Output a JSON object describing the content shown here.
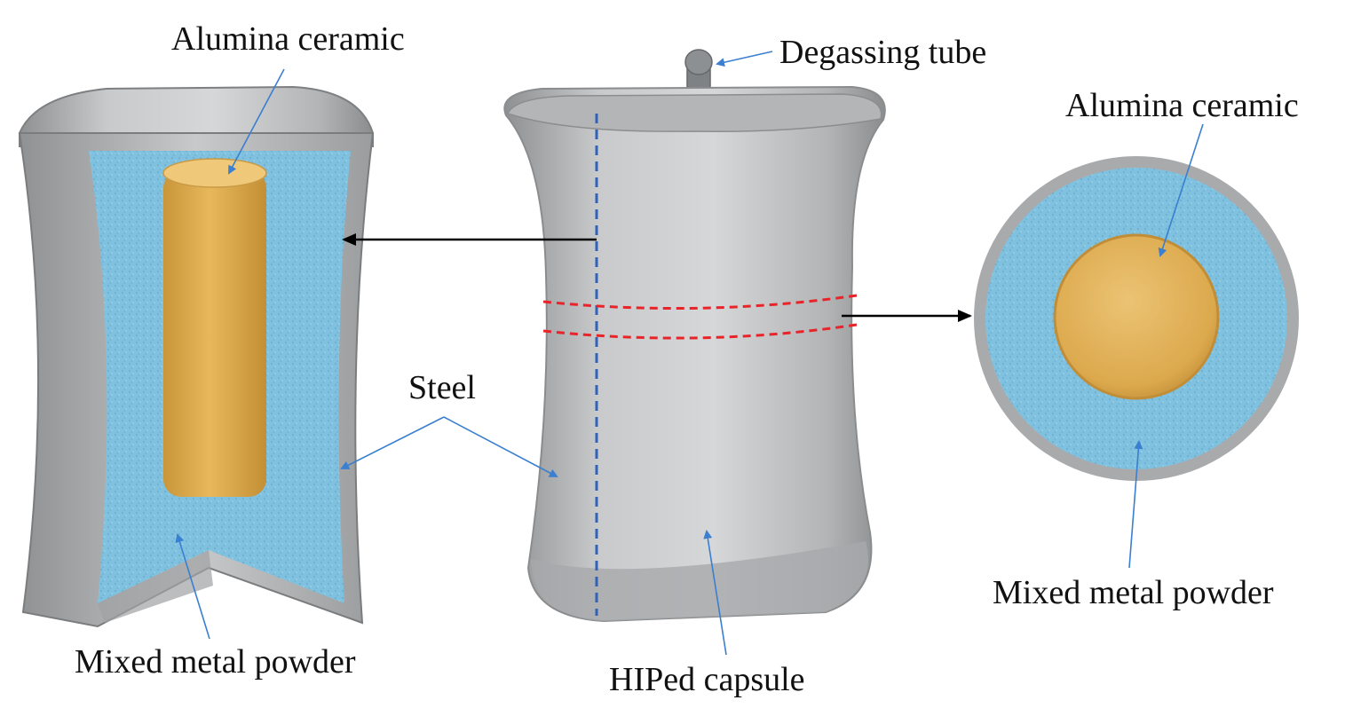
{
  "labels": {
    "alumina_left": "Alumina ceramic",
    "degassing_tube": "Degassing tube",
    "alumina_right": "Alumina ceramic",
    "steel": "Steel",
    "mixed_powder_left": "Mixed metal powder",
    "hiped_capsule": "HIPed capsule",
    "mixed_powder_right": "Mixed metal powder"
  },
  "colors": {
    "steel": "#b9babb",
    "steel_dark": "#8d8f91",
    "powder": "#7fc0de",
    "ceramic": "#dba94c",
    "ceramic_light": "#ebc170",
    "leader_line": "#3a7fd0",
    "axis_dashed": "#2f62b8",
    "section_dashed": "#e8242a",
    "pointer_arrow": "#000000"
  }
}
